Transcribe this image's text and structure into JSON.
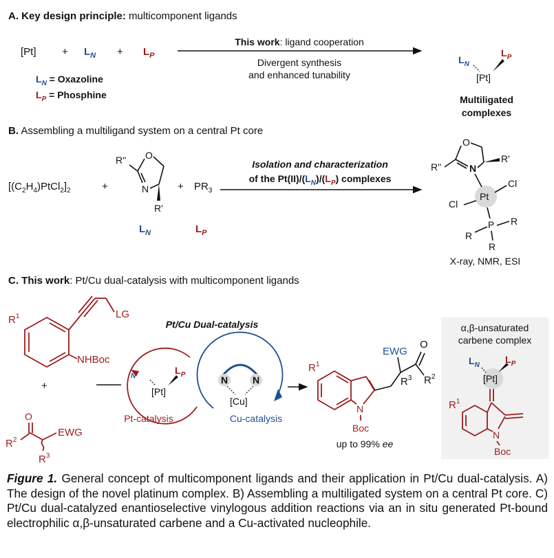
{
  "section_a": {
    "label": "A.",
    "title_bold": "Key design principle:",
    "title_rest": " multicomponent ligands",
    "pt": "[Pt]",
    "plus": "+",
    "ln": "L",
    "ln_sub": "N",
    "lp": "L",
    "lp_sub": "P",
    "ln_def": "= Oxazoline",
    "lp_def": "= Phosphine",
    "arrow_top_bold": "This work",
    "arrow_top_rest": ": ligand cooperation",
    "arrow_bottom_1": "Divergent synthesis",
    "arrow_bottom_2": "and enhanced tunability",
    "product_pt": "[Pt]",
    "product_label_1": "Multiligated",
    "product_label_2": "complexes"
  },
  "section_b": {
    "label": "B.",
    "title": " Assembling a multiligand system on a central Pt core",
    "reagent_1": "[(C",
    "reagent_1_sub1": "2",
    "reagent_1_mid": "H",
    "reagent_1_sub2": "4",
    "reagent_1_mid2": ")PtCl",
    "reagent_1_sub3": "2",
    "reagent_1_end": "]",
    "reagent_1_sub4": "2",
    "plus": "+",
    "oxazoline_r2": "R''",
    "oxazoline_r1": "R'",
    "atom_o": "O",
    "atom_n": "N",
    "pr3": "PR",
    "pr3_sub": "3",
    "ln": "L",
    "ln_sub": "N",
    "lp": "L",
    "lp_sub": "P",
    "arrow_line_1": "Isolation and characterization",
    "arrow_line_2a": "of the Pt(II)/(",
    "arrow_line_2b": ")/(",
    "arrow_line_2c": ") complexes",
    "complex_pt": "Pt",
    "complex_cl": "Cl",
    "complex_p": "P",
    "complex_r": "R",
    "methods": "X-ray, NMR, ESI"
  },
  "section_c": {
    "label": "C.",
    "title_bold": "This work",
    "title_rest": ": Pt/Cu dual-catalysis with multicomponent ligands",
    "lg": "LG",
    "r1": "R",
    "r1_sup": "1",
    "nhboc": "NHBoc",
    "plus": "+",
    "ewg": "EWG",
    "r2": "R",
    "r2_sup": "2",
    "r3": "R",
    "r3_sup": "3",
    "atom_o": "O",
    "dual_title": "Pt/Cu Dual-catalysis",
    "pt": "[Pt]",
    "cu": "[Cu]",
    "n": "N",
    "pt_cycle": "Pt-catalysis",
    "cu_cycle": "Cu-catalysis",
    "product_ee_pre": "up to 99% ",
    "product_ee_it": "ee",
    "boc": "Boc",
    "inset_title_1": "α,β-unsaturated",
    "inset_title_2": "carbene complex"
  },
  "caption": {
    "label": "Figure 1.",
    "text": " General concept of multicomponent ligands and their application in Pt/Cu dual-catalysis. A) The design of the novel platinum complex. B) Assembling a multiligated system on a central Pt core. C) Pt/Cu dual-catalyzed enantioselective vinylogous addition reactions via an in situ generated Pt-bound electrophilic α,β-unsaturated carbene and a Cu-activated nucleophile."
  },
  "colors": {
    "blue": "#1f4f8f",
    "red": "#9b1c1c",
    "inset_bg": "#f1f1f1",
    "metal_halo": "#d9d9d9"
  }
}
